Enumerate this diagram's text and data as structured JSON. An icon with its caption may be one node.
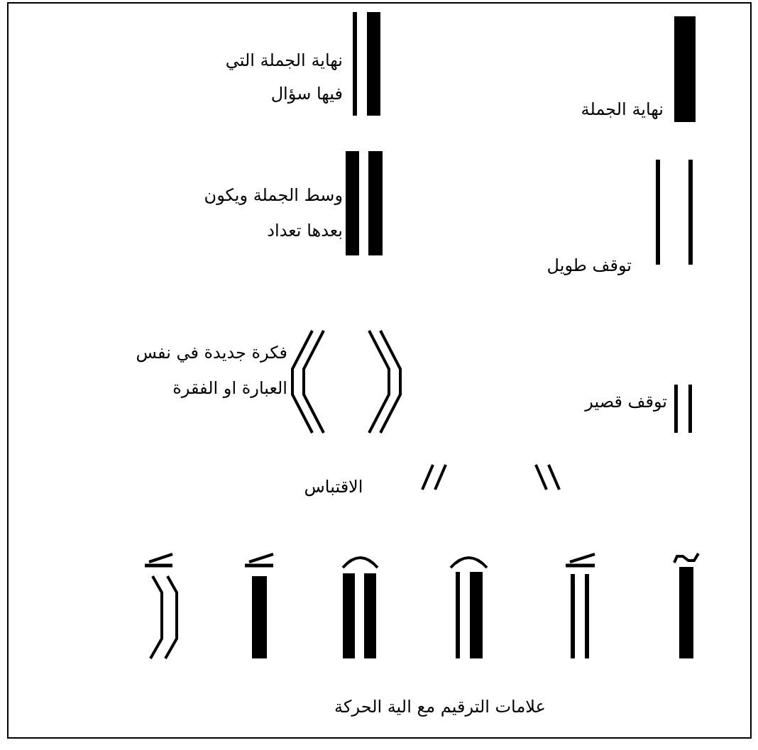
{
  "diagram": {
    "labels": [
      "نهاية الجملة التي فيها سؤال",
      "نهاية الجملة",
      "وسط الجملة ويكون بعدها تعداد",
      "توقف طويل",
      "فكرة جديدة في نفس العبارة او الفقرة",
      "توقف قصير",
      "الاقتباس",
      "علامات الترقيم مع الية الحركة"
    ]
  }
}
